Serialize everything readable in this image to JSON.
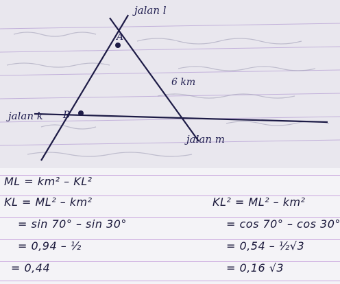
{
  "figure": {
    "road_1": "jalan l",
    "road_k": "jalan k",
    "road_m": "jalan m",
    "point_a": "A",
    "point_b": "B",
    "distance": "6 km"
  },
  "notes": {
    "formula_ml": "ML = km² – KL²",
    "left": [
      "KL = ML² – km²",
      "= sin 70° – sin 30°",
      "= 0,94 – ½",
      "= 0,44"
    ],
    "right": [
      "KL² = ML² – km²",
      "= cos 70° – cos 30°",
      "= 0,54 – ½√3",
      "= 0,16 √3"
    ]
  }
}
